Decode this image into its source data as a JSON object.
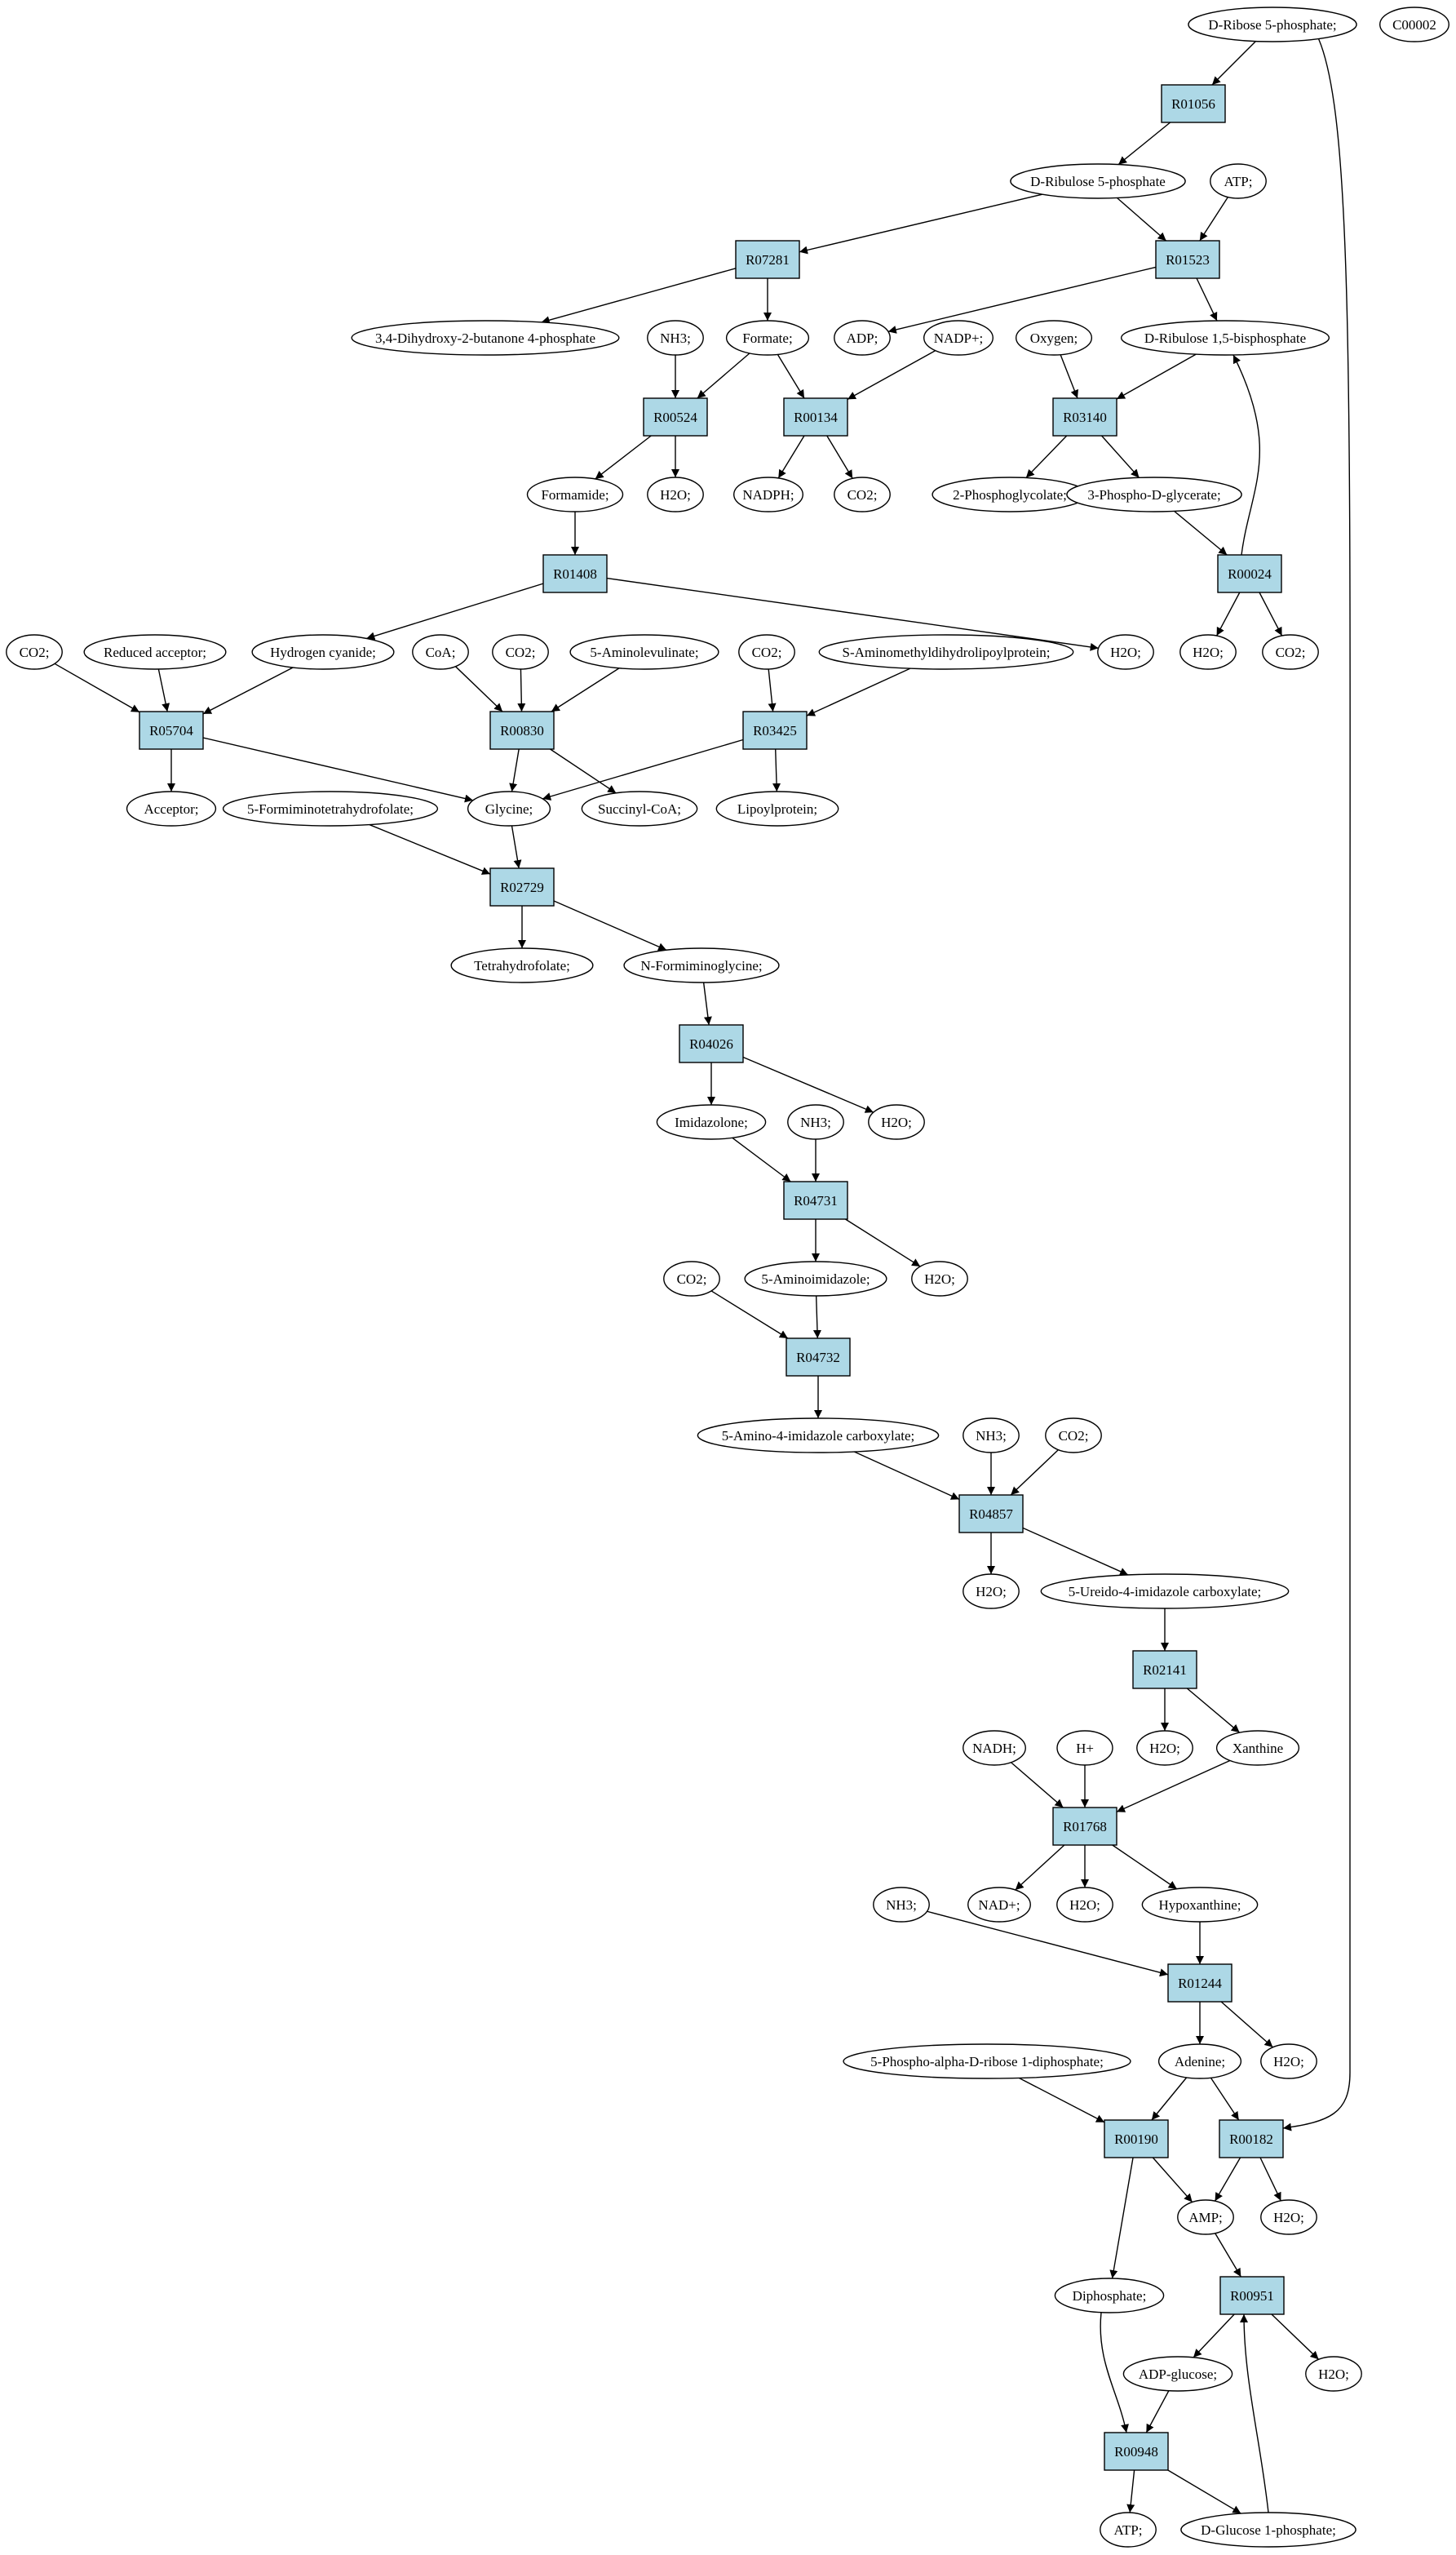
{
  "colors": {
    "reaction_fill": "#add8e6",
    "highlight_start": "#00ff00",
    "highlight_target": "#ffff00",
    "stroke": "#000000"
  },
  "nodes": [
    {
      "id": "c_r5p",
      "label": "D-Ribose 5-phosphate;",
      "shape": "ellipse",
      "fill": "#00ff00"
    },
    {
      "id": "c_c00002",
      "label": "C00002",
      "shape": "ellipse",
      "fill": "#ffff00"
    },
    {
      "id": "r_R01056",
      "label": "R01056",
      "shape": "rect"
    },
    {
      "id": "c_ru5p",
      "label": "D-Ribulose 5-phosphate",
      "shape": "ellipse"
    },
    {
      "id": "c_atp1",
      "label": "ATP;",
      "shape": "ellipse"
    },
    {
      "id": "r_R07281",
      "label": "R07281",
      "shape": "rect"
    },
    {
      "id": "r_R01523",
      "label": "R01523",
      "shape": "rect"
    },
    {
      "id": "c_dhb",
      "label": "3,4-Dihydroxy-2-butanone 4-phosphate",
      "shape": "ellipse"
    },
    {
      "id": "c_nh3_1",
      "label": "NH3;",
      "shape": "ellipse"
    },
    {
      "id": "c_formate",
      "label": "Formate;",
      "shape": "ellipse"
    },
    {
      "id": "c_adp",
      "label": "ADP;",
      "shape": "ellipse"
    },
    {
      "id": "c_nadp",
      "label": "NADP+;",
      "shape": "ellipse"
    },
    {
      "id": "c_oxygen",
      "label": "Oxygen;",
      "shape": "ellipse"
    },
    {
      "id": "c_rubp",
      "label": "D-Ribulose 1,5-bisphosphate",
      "shape": "ellipse"
    },
    {
      "id": "r_R00524",
      "label": "R00524",
      "shape": "rect"
    },
    {
      "id": "r_R00134",
      "label": "R00134",
      "shape": "rect"
    },
    {
      "id": "r_R03140",
      "label": "R03140",
      "shape": "rect"
    },
    {
      "id": "c_formamide",
      "label": "Formamide;",
      "shape": "ellipse"
    },
    {
      "id": "c_h2o_1",
      "label": "H2O;",
      "shape": "ellipse"
    },
    {
      "id": "c_nadph",
      "label": "NADPH;",
      "shape": "ellipse"
    },
    {
      "id": "c_co2_1",
      "label": "CO2;",
      "shape": "ellipse"
    },
    {
      "id": "c_2pg",
      "label": "2-Phosphoglycolate;",
      "shape": "ellipse"
    },
    {
      "id": "c_3pg",
      "label": "3-Phospho-D-glycerate;",
      "shape": "ellipse"
    },
    {
      "id": "r_R01408",
      "label": "R01408",
      "shape": "rect"
    },
    {
      "id": "r_R00024",
      "label": "R00024",
      "shape": "rect"
    },
    {
      "id": "c_co2_2",
      "label": "CO2;",
      "shape": "ellipse"
    },
    {
      "id": "c_redacc",
      "label": "Reduced acceptor;",
      "shape": "ellipse"
    },
    {
      "id": "c_hcn",
      "label": "Hydrogen cyanide;",
      "shape": "ellipse"
    },
    {
      "id": "c_coa",
      "label": "CoA;",
      "shape": "ellipse"
    },
    {
      "id": "c_co2_3",
      "label": "CO2;",
      "shape": "ellipse"
    },
    {
      "id": "c_ala",
      "label": "5-Aminolevulinate;",
      "shape": "ellipse"
    },
    {
      "id": "c_co2_4",
      "label": "CO2;",
      "shape": "ellipse"
    },
    {
      "id": "c_samdlp",
      "label": "S-Aminomethyldihydrolipoylprotein;",
      "shape": "ellipse"
    },
    {
      "id": "c_h2o_2",
      "label": "H2O;",
      "shape": "ellipse"
    },
    {
      "id": "c_h2o_3",
      "label": "H2O;",
      "shape": "ellipse"
    },
    {
      "id": "c_co2_5",
      "label": "CO2;",
      "shape": "ellipse"
    },
    {
      "id": "r_R05704",
      "label": "R05704",
      "shape": "rect"
    },
    {
      "id": "r_R00830",
      "label": "R00830",
      "shape": "rect"
    },
    {
      "id": "r_R03425",
      "label": "R03425",
      "shape": "rect"
    },
    {
      "id": "c_acceptor",
      "label": "Acceptor;",
      "shape": "ellipse"
    },
    {
      "id": "c_fthf",
      "label": "5-Formiminotetrahydrofolate;",
      "shape": "ellipse"
    },
    {
      "id": "c_glycine",
      "label": "Glycine;",
      "shape": "ellipse"
    },
    {
      "id": "c_succoa",
      "label": "Succinyl-CoA;",
      "shape": "ellipse"
    },
    {
      "id": "c_lipoyl",
      "label": "Lipoylprotein;",
      "shape": "ellipse"
    },
    {
      "id": "r_R02729",
      "label": "R02729",
      "shape": "rect"
    },
    {
      "id": "c_thf",
      "label": "Tetrahydrofolate;",
      "shape": "ellipse"
    },
    {
      "id": "c_nfg",
      "label": "N-Formiminoglycine;",
      "shape": "ellipse"
    },
    {
      "id": "r_R04026",
      "label": "R04026",
      "shape": "rect"
    },
    {
      "id": "c_imid",
      "label": "Imidazolone;",
      "shape": "ellipse"
    },
    {
      "id": "c_nh3_2",
      "label": "NH3;",
      "shape": "ellipse"
    },
    {
      "id": "c_h2o_4",
      "label": "H2O;",
      "shape": "ellipse"
    },
    {
      "id": "r_R04731",
      "label": "R04731",
      "shape": "rect"
    },
    {
      "id": "c_co2_6",
      "label": "CO2;",
      "shape": "ellipse"
    },
    {
      "id": "c_5ai",
      "label": "5-Aminoimidazole;",
      "shape": "ellipse"
    },
    {
      "id": "c_h2o_5",
      "label": "H2O;",
      "shape": "ellipse"
    },
    {
      "id": "r_R04732",
      "label": "R04732",
      "shape": "rect"
    },
    {
      "id": "c_5aic",
      "label": "5-Amino-4-imidazole carboxylate;",
      "shape": "ellipse"
    },
    {
      "id": "c_nh3_3",
      "label": "NH3;",
      "shape": "ellipse"
    },
    {
      "id": "c_co2_7",
      "label": "CO2;",
      "shape": "ellipse"
    },
    {
      "id": "r_R04857",
      "label": "R04857",
      "shape": "rect"
    },
    {
      "id": "c_h2o_6",
      "label": "H2O;",
      "shape": "ellipse"
    },
    {
      "id": "c_5uic",
      "label": "5-Ureido-4-imidazole carboxylate;",
      "shape": "ellipse"
    },
    {
      "id": "r_R02141",
      "label": "R02141",
      "shape": "rect"
    },
    {
      "id": "c_nadh",
      "label": "NADH;",
      "shape": "ellipse"
    },
    {
      "id": "c_hplus",
      "label": "H+",
      "shape": "ellipse"
    },
    {
      "id": "c_h2o_7",
      "label": "H2O;",
      "shape": "ellipse"
    },
    {
      "id": "c_xanthine",
      "label": "Xanthine",
      "shape": "ellipse"
    },
    {
      "id": "r_R01768",
      "label": "R01768",
      "shape": "rect"
    },
    {
      "id": "c_nh3_4",
      "label": "NH3;",
      "shape": "ellipse"
    },
    {
      "id": "c_nad",
      "label": "NAD+;",
      "shape": "ellipse"
    },
    {
      "id": "c_h2o_8",
      "label": "H2O;",
      "shape": "ellipse"
    },
    {
      "id": "c_hypox",
      "label": "Hypoxanthine;",
      "shape": "ellipse"
    },
    {
      "id": "r_R01244",
      "label": "R01244",
      "shape": "rect"
    },
    {
      "id": "c_prpp",
      "label": "5-Phospho-alpha-D-ribose 1-diphosphate;",
      "shape": "ellipse"
    },
    {
      "id": "c_adenine",
      "label": "Adenine;",
      "shape": "ellipse"
    },
    {
      "id": "c_h2o_9",
      "label": "H2O;",
      "shape": "ellipse"
    },
    {
      "id": "r_R00190",
      "label": "R00190",
      "shape": "rect"
    },
    {
      "id": "r_R00182",
      "label": "R00182",
      "shape": "rect"
    },
    {
      "id": "c_amp",
      "label": "AMP;",
      "shape": "ellipse"
    },
    {
      "id": "c_h2o_10",
      "label": "H2O;",
      "shape": "ellipse"
    },
    {
      "id": "c_diphos",
      "label": "Diphosphate;",
      "shape": "ellipse"
    },
    {
      "id": "r_R00951",
      "label": "R00951",
      "shape": "rect"
    },
    {
      "id": "c_adpg",
      "label": "ADP-glucose;",
      "shape": "ellipse"
    },
    {
      "id": "c_h2o_11",
      "label": "H2O;",
      "shape": "ellipse"
    },
    {
      "id": "r_R00948",
      "label": "R00948",
      "shape": "rect"
    },
    {
      "id": "c_atp2",
      "label": "ATP;",
      "shape": "ellipse"
    },
    {
      "id": "c_g1p",
      "label": "D-Glucose 1-phosphate;",
      "shape": "ellipse"
    }
  ],
  "edges": [
    [
      "c_r5p",
      "r_R01056"
    ],
    [
      "r_R01056",
      "c_ru5p"
    ],
    [
      "c_r5p",
      "r_R00182"
    ],
    [
      "c_ru5p",
      "r_R07281"
    ],
    [
      "c_ru5p",
      "r_R01523"
    ],
    [
      "c_atp1",
      "r_R01523"
    ],
    [
      "r_R07281",
      "c_dhb"
    ],
    [
      "r_R07281",
      "c_formate"
    ],
    [
      "r_R01523",
      "c_adp"
    ],
    [
      "r_R01523",
      "c_rubp"
    ],
    [
      "c_nh3_1",
      "r_R00524"
    ],
    [
      "c_formate",
      "r_R00524"
    ],
    [
      "c_formate",
      "r_R00134"
    ],
    [
      "c_nadp",
      "r_R00134"
    ],
    [
      "c_oxygen",
      "r_R03140"
    ],
    [
      "c_rubp",
      "r_R03140"
    ],
    [
      "r_R00524",
      "c_formamide"
    ],
    [
      "r_R00524",
      "c_h2o_1"
    ],
    [
      "r_R00134",
      "c_nadph"
    ],
    [
      "r_R00134",
      "c_co2_1"
    ],
    [
      "r_R03140",
      "c_2pg"
    ],
    [
      "r_R03140",
      "c_3pg"
    ],
    [
      "c_formamide",
      "r_R01408"
    ],
    [
      "c_3pg",
      "r_R00024"
    ],
    [
      "r_R00024",
      "c_rubp"
    ],
    [
      "r_R01408",
      "c_hcn"
    ],
    [
      "r_R01408",
      "c_h2o_2"
    ],
    [
      "r_R00024",
      "c_h2o_3"
    ],
    [
      "r_R00024",
      "c_co2_5"
    ],
    [
      "c_co2_2",
      "r_R05704"
    ],
    [
      "c_redacc",
      "r_R05704"
    ],
    [
      "c_hcn",
      "r_R05704"
    ],
    [
      "c_coa",
      "r_R00830"
    ],
    [
      "c_co2_3",
      "r_R00830"
    ],
    [
      "c_ala",
      "r_R00830"
    ],
    [
      "c_co2_4",
      "r_R03425"
    ],
    [
      "c_samdlp",
      "r_R03425"
    ],
    [
      "r_R05704",
      "c_acceptor"
    ],
    [
      "r_R05704",
      "c_glycine"
    ],
    [
      "r_R00830",
      "c_glycine"
    ],
    [
      "r_R00830",
      "c_succoa"
    ],
    [
      "r_R03425",
      "c_glycine"
    ],
    [
      "r_R03425",
      "c_lipoyl"
    ],
    [
      "c_fthf",
      "r_R02729"
    ],
    [
      "c_glycine",
      "r_R02729"
    ],
    [
      "r_R02729",
      "c_thf"
    ],
    [
      "r_R02729",
      "c_nfg"
    ],
    [
      "c_nfg",
      "r_R04026"
    ],
    [
      "r_R04026",
      "c_imid"
    ],
    [
      "r_R04026",
      "c_h2o_4"
    ],
    [
      "c_imid",
      "r_R04731"
    ],
    [
      "c_nh3_2",
      "r_R04731"
    ],
    [
      "r_R04731",
      "c_5ai"
    ],
    [
      "r_R04731",
      "c_h2o_5"
    ],
    [
      "c_co2_6",
      "r_R04732"
    ],
    [
      "c_5ai",
      "r_R04732"
    ],
    [
      "r_R04732",
      "c_5aic"
    ],
    [
      "c_5aic",
      "r_R04857"
    ],
    [
      "c_nh3_3",
      "r_R04857"
    ],
    [
      "c_co2_7",
      "r_R04857"
    ],
    [
      "r_R04857",
      "c_h2o_6"
    ],
    [
      "r_R04857",
      "c_5uic"
    ],
    [
      "c_5uic",
      "r_R02141"
    ],
    [
      "r_R02141",
      "c_h2o_7"
    ],
    [
      "r_R02141",
      "c_xanthine"
    ],
    [
      "c_nadh",
      "r_R01768"
    ],
    [
      "c_hplus",
      "r_R01768"
    ],
    [
      "c_xanthine",
      "r_R01768"
    ],
    [
      "r_R01768",
      "c_nad"
    ],
    [
      "r_R01768",
      "c_h2o_8"
    ],
    [
      "r_R01768",
      "c_hypox"
    ],
    [
      "c_nh3_4",
      "r_R01244"
    ],
    [
      "c_hypox",
      "r_R01244"
    ],
    [
      "r_R01244",
      "c_adenine"
    ],
    [
      "r_R01244",
      "c_h2o_9"
    ],
    [
      "c_prpp",
      "r_R00190"
    ],
    [
      "c_adenine",
      "r_R00190"
    ],
    [
      "c_adenine",
      "r_R00182"
    ],
    [
      "r_R00190",
      "c_amp"
    ],
    [
      "r_R00190",
      "c_diphos"
    ],
    [
      "r_R00182",
      "c_amp"
    ],
    [
      "r_R00182",
      "c_h2o_10"
    ],
    [
      "c_amp",
      "r_R00951"
    ],
    [
      "c_g1p",
      "r_R00951"
    ],
    [
      "r_R00951",
      "c_adpg"
    ],
    [
      "r_R00951",
      "c_h2o_11"
    ],
    [
      "c_adpg",
      "r_R00948"
    ],
    [
      "c_diphos",
      "r_R00948"
    ],
    [
      "r_R00948",
      "c_atp2"
    ],
    [
      "r_R00948",
      "c_g1p"
    ]
  ]
}
